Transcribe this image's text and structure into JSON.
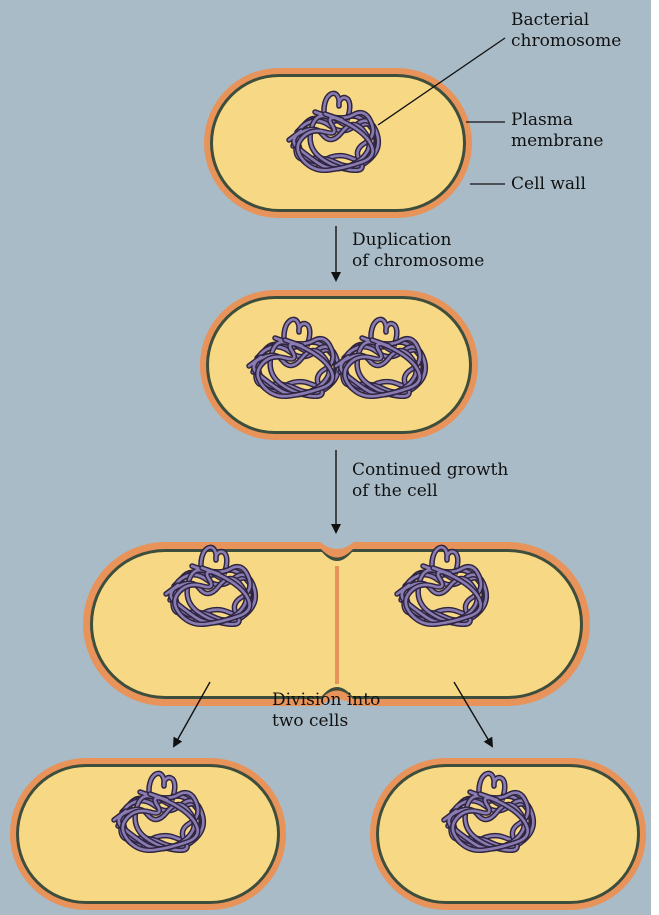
{
  "labels": {
    "bacterial_chromosome": [
      "Bacterial",
      "chromosome"
    ],
    "plasma_membrane": [
      "Plasma",
      "membrane"
    ],
    "cell_wall": "Cell wall",
    "step1": [
      "Duplication",
      "of chromosome"
    ],
    "step2": [
      "Continued growth",
      "of the cell"
    ],
    "step3": [
      "Division into",
      "two cells"
    ]
  },
  "colors": {
    "background": "#a9bbc7",
    "cell_wall": "#e8935a",
    "membrane": "#3e4e3c",
    "cytoplasm": "#f7d985",
    "chromosome": "#8a7bb0",
    "chromosome_dark": "#2e2541"
  }
}
